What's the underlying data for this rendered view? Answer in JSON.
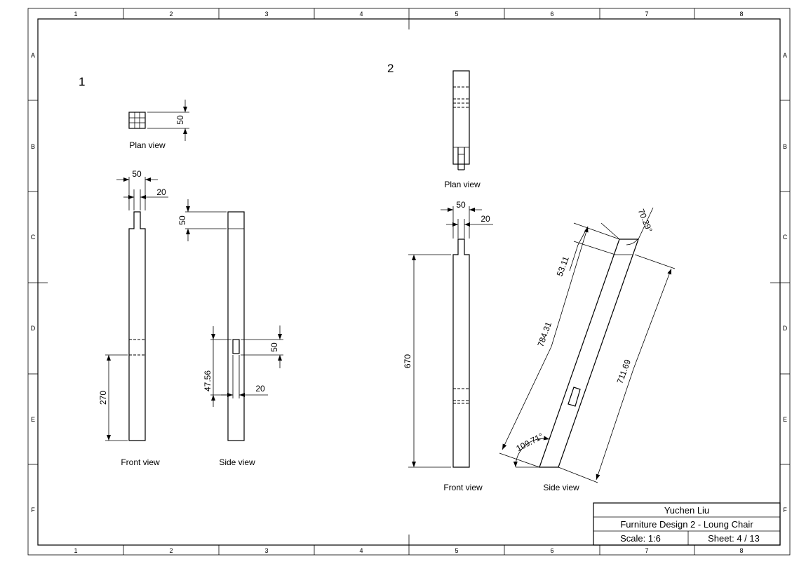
{
  "border": {
    "columns": [
      "1",
      "2",
      "3",
      "4",
      "5",
      "6",
      "7",
      "8"
    ],
    "rows": [
      "A",
      "B",
      "C",
      "D",
      "E",
      "F"
    ]
  },
  "parts": {
    "part1": {
      "number": "1",
      "plan_view_label": "Plan view",
      "front_view_label": "Front view",
      "side_view_label": "Side view",
      "dims": {
        "plan_width": "50",
        "front_top_width": "50",
        "front_tenon_width": "20",
        "front_height": "270",
        "side_top": "50",
        "side_mortise_height": "50",
        "side_mortise_offset": "47.56",
        "side_mortise_width": "20"
      }
    },
    "part2": {
      "number": "2",
      "plan_view_label": "Plan view",
      "front_view_label": "Front view",
      "side_view_label": "Side view",
      "dims": {
        "front_top_width": "50",
        "front_tenon_width": "20",
        "front_height": "670",
        "side_top_angle": "70.29°",
        "side_top_offset": "53.11",
        "side_long_length": "784.31",
        "side_short_length": "711.69",
        "side_bottom_angle": "109.71°"
      }
    }
  },
  "title_block": {
    "author": "Yuchen Liu",
    "title": "Furniture Design 2 - Loung Chair",
    "scale": "Scale: 1:6",
    "sheet": "Sheet: 4 / 13"
  }
}
